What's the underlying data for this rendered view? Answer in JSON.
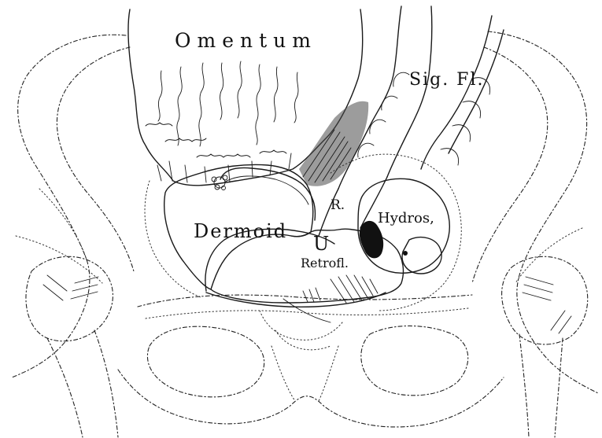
{
  "labels": {
    "omentum": "Omentum",
    "sigmoid": "Sig. Fl.",
    "dermoid": "Dermoid",
    "rectum": "R.",
    "hydros": "Hydros,",
    "uterus": "U",
    "retrofl": "Retrofl."
  },
  "colors": {
    "ink": "#1a1a1a",
    "paper": "#ffffff"
  }
}
